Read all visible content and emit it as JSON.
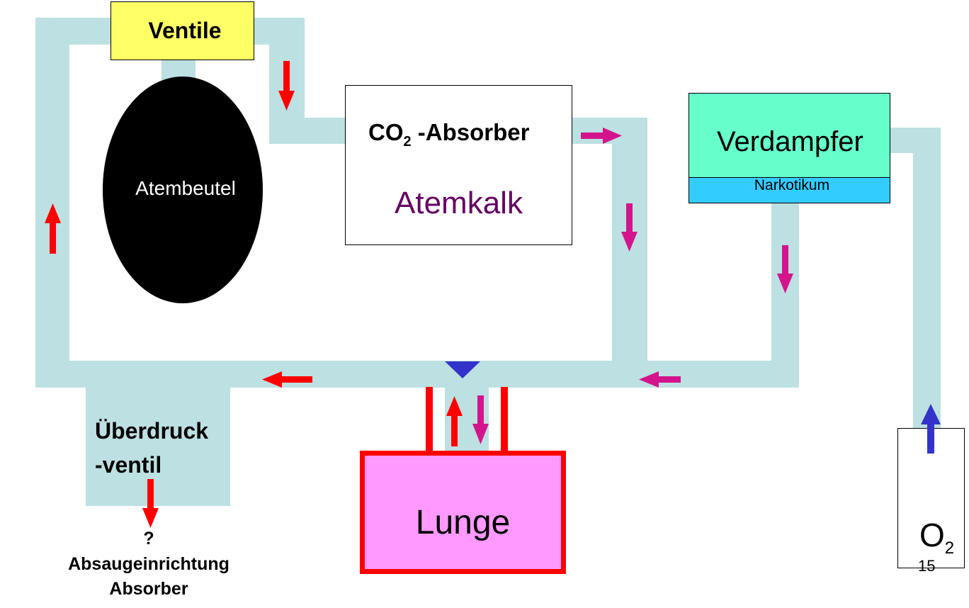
{
  "labels": {
    "ventile": "Ventile",
    "atembeutel": "Atembeutel",
    "co2_main": "CO",
    "co2_sub": "2",
    "co2_rest": " -Absorber",
    "atemkalk": "Atemkalk",
    "verdampfer": "Verdampfer",
    "narkotikum": "Narkotikum",
    "ueberdruck_line1": "Überdruck",
    "ueberdruck_line2": "-ventil",
    "question": "?",
    "absaug": "Absaugeinrichtung",
    "absorber": "Absorber",
    "lunge": "Lunge",
    "o2_main": "O",
    "o2_sub": "2",
    "slide_number": "15"
  },
  "colors": {
    "pipe": "#bde0e2",
    "ventile_fill": "#ffff66",
    "verdampfer_fill": "#66ffcc",
    "narkotikum_fill": "#33ccff",
    "lunge_fill": "#ff99ff",
    "lunge_border": "#ff0000",
    "red_arrow": "#ff0000",
    "magenta_arrow": "#d4148c",
    "blue_arrow": "#3333cc",
    "atemkalk_text": "#660066"
  },
  "icons": {
    "arrow_red": "arrow-red-icon",
    "arrow_magenta": "arrow-magenta-icon",
    "arrow_blue": "arrow-blue-icon",
    "triangle": "junction-triangle-icon"
  }
}
